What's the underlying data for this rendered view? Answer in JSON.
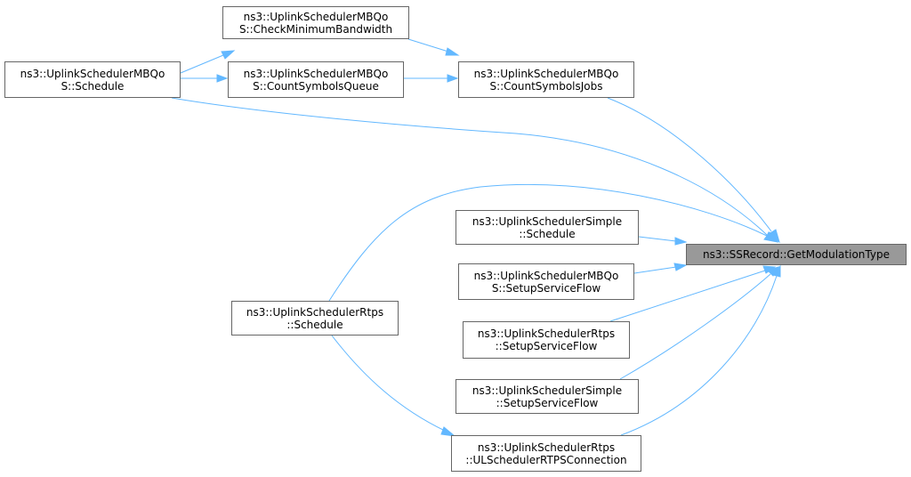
{
  "graph": {
    "nodes": {
      "check_min_bw": [
        "ns3::UplinkSchedulerMBQo",
        "S::CheckMinimumBandwidth"
      ],
      "mbqos_schedule": [
        "ns3::UplinkSchedulerMBQo",
        "S::Schedule"
      ],
      "count_symbols_queue": [
        "ns3::UplinkSchedulerMBQo",
        "S::CountSymbolsQueue"
      ],
      "count_symbols_jobs": [
        "ns3::UplinkSchedulerMBQo",
        "S::CountSymbolsJobs"
      ],
      "simple_schedule": [
        "ns3::UplinkSchedulerSimple",
        "::Schedule"
      ],
      "get_modulation_type": [
        "ns3::SSRecord::GetModulationType"
      ],
      "mbqos_setup": [
        "ns3::UplinkSchedulerMBQo",
        "S::SetupServiceFlow"
      ],
      "rtps_schedule": [
        "ns3::UplinkSchedulerRtps",
        "::Schedule"
      ],
      "rtps_setup": [
        "ns3::UplinkSchedulerRtps",
        "::SetupServiceFlow"
      ],
      "simple_setup": [
        "ns3::UplinkSchedulerSimple",
        "::SetupServiceFlow"
      ],
      "rtps_ul_conn": [
        "ns3::UplinkSchedulerRtps",
        "::ULSchedulerRTPSConnection"
      ]
    },
    "edges": [
      [
        "mbqos_schedule",
        "check_min_bw"
      ],
      [
        "mbqos_schedule",
        "count_symbols_queue"
      ],
      [
        "mbqos_schedule",
        "get_modulation_type"
      ],
      [
        "check_min_bw",
        "count_symbols_jobs"
      ],
      [
        "count_symbols_queue",
        "count_symbols_jobs"
      ],
      [
        "count_symbols_jobs",
        "get_modulation_type"
      ],
      [
        "rtps_schedule",
        "get_modulation_type"
      ],
      [
        "rtps_schedule",
        "rtps_ul_conn"
      ],
      [
        "simple_schedule",
        "get_modulation_type"
      ],
      [
        "mbqos_setup",
        "get_modulation_type"
      ],
      [
        "rtps_setup",
        "get_modulation_type"
      ],
      [
        "simple_setup",
        "get_modulation_type"
      ],
      [
        "rtps_ul_conn",
        "get_modulation_type"
      ]
    ],
    "colors": {
      "edge": "#63b8ff",
      "node_border": "#666666",
      "node_fill": "#ffffff",
      "target_fill": "#999999"
    }
  }
}
